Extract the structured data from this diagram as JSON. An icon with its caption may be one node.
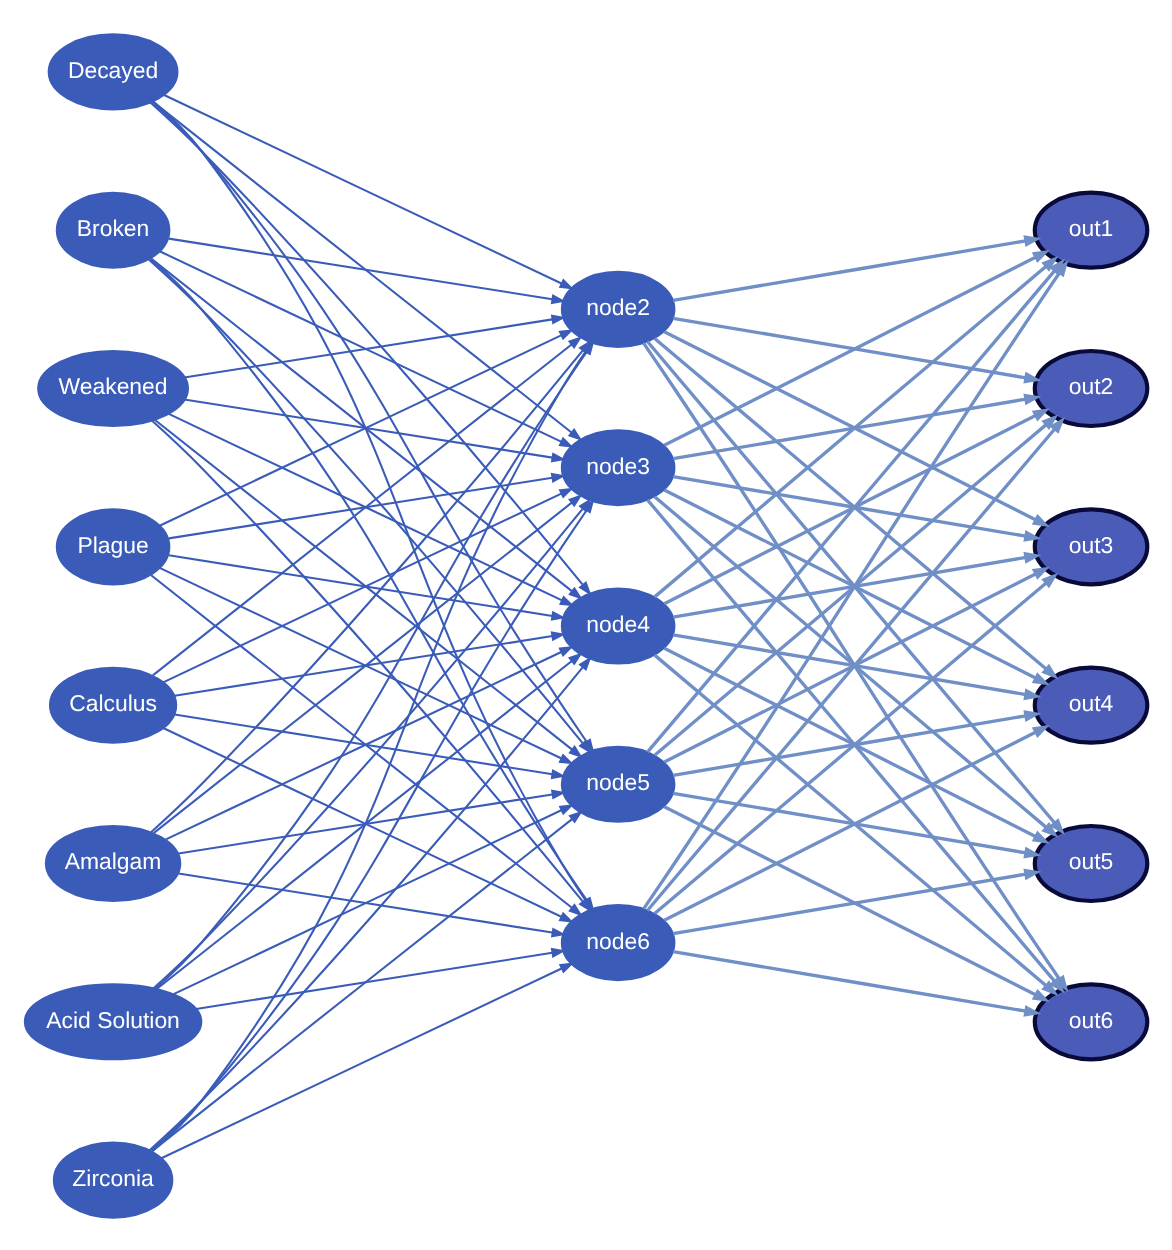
{
  "diagram": {
    "nodes": [
      {
        "text": [
          "Decayed"
        ]
      },
      {
        "text": [
          "Broken"
        ]
      },
      {
        "text": [
          "Weakened"
        ]
      },
      {
        "text": [
          "Plague"
        ]
      },
      {
        "text": [
          "Calculus"
        ]
      },
      {
        "text": [
          "Amalgam"
        ]
      },
      {
        "text": [
          "Acid Solution"
        ]
      },
      {
        "text": [
          "Zirconia"
        ]
      },
      {
        "text": [
          "node2"
        ]
      },
      {
        "text": [
          "node3"
        ]
      },
      {
        "text": [
          "node4"
        ]
      },
      {
        "text": [
          "node5"
        ]
      },
      {
        "text": [
          "node6"
        ]
      },
      {
        "text": [
          "out1"
        ]
      },
      {
        "text": [
          "out2"
        ]
      },
      {
        "text": [
          "out3"
        ]
      },
      {
        "text": [
          "out4"
        ]
      },
      {
        "text": [
          "out5"
        ]
      },
      {
        "text": [
          "out6"
        ]
      }
    ],
    "edges": [
      {
        "from": 0,
        "to": 8,
        "arrow": "to"
      },
      {
        "from": 0,
        "to": 9,
        "arrow": "to"
      },
      {
        "from": 0,
        "to": 10,
        "arrow": "to"
      },
      {
        "from": 0,
        "to": 11,
        "arrow": "to"
      },
      {
        "from": 0,
        "to": 12,
        "arrow": "to"
      },
      {
        "from": 1,
        "to": 8,
        "arrow": "to"
      },
      {
        "from": 1,
        "to": 9,
        "arrow": "to"
      },
      {
        "from": 1,
        "to": 10,
        "arrow": "to"
      },
      {
        "from": 1,
        "to": 11,
        "arrow": "to"
      },
      {
        "from": 1,
        "to": 12,
        "arrow": "to"
      },
      {
        "from": 2,
        "to": 8,
        "arrow": "to"
      },
      {
        "from": 2,
        "to": 9,
        "arrow": "to"
      },
      {
        "from": 2,
        "to": 10,
        "arrow": "to"
      },
      {
        "from": 2,
        "to": 11,
        "arrow": "to"
      },
      {
        "from": 2,
        "to": 12,
        "arrow": "to"
      },
      {
        "from": 3,
        "to": 8,
        "arrow": "to"
      },
      {
        "from": 3,
        "to": 9,
        "arrow": "to"
      },
      {
        "from": 3,
        "to": 10,
        "arrow": "to"
      },
      {
        "from": 3,
        "to": 11,
        "arrow": "to"
      },
      {
        "from": 3,
        "to": 12,
        "arrow": "to"
      },
      {
        "from": 4,
        "to": 8,
        "arrow": "to"
      },
      {
        "from": 4,
        "to": 9,
        "arrow": "to"
      },
      {
        "from": 4,
        "to": 10,
        "arrow": "to"
      },
      {
        "from": 4,
        "to": 11,
        "arrow": "to"
      },
      {
        "from": 4,
        "to": 12,
        "arrow": "to"
      },
      {
        "from": 5,
        "to": 8,
        "arrow": "to"
      },
      {
        "from": 5,
        "to": 9,
        "arrow": "to"
      },
      {
        "from": 5,
        "to": 10,
        "arrow": "to"
      },
      {
        "from": 5,
        "to": 11,
        "arrow": "to"
      },
      {
        "from": 5,
        "to": 12,
        "arrow": "to"
      },
      {
        "from": 6,
        "to": 8,
        "arrow": "to"
      },
      {
        "from": 6,
        "to": 9,
        "arrow": "to"
      },
      {
        "from": 6,
        "to": 10,
        "arrow": "to"
      },
      {
        "from": 6,
        "to": 11,
        "arrow": "to"
      },
      {
        "from": 6,
        "to": 12,
        "arrow": "to"
      },
      {
        "from": 7,
        "to": 8,
        "arrow": "to"
      },
      {
        "from": 7,
        "to": 9,
        "arrow": "to"
      },
      {
        "from": 7,
        "to": 10,
        "arrow": "to"
      },
      {
        "from": 7,
        "to": 11,
        "arrow": "to"
      },
      {
        "from": 7,
        "to": 12,
        "arrow": "to"
      },
      {
        "from": 8,
        "to": 13,
        "arrow": "to",
        "color": "#6f8fc6"
      },
      {
        "from": 8,
        "to": 14,
        "arrow": "to",
        "color": "#6f8fc6"
      },
      {
        "from": 8,
        "to": 15,
        "arrow": "to",
        "color": "#6f8fc6"
      },
      {
        "from": 8,
        "to": 16,
        "arrow": "to",
        "color": "#6f8fc6"
      },
      {
        "from": 8,
        "to": 17,
        "arrow": "to",
        "color": "#6f8fc6"
      },
      {
        "from": 8,
        "to": 18,
        "arrow": "to",
        "color": "#6f8fc6"
      },
      {
        "from": 9,
        "to": 13,
        "arrow": "to",
        "color": "#6f8fc6"
      },
      {
        "from": 9,
        "to": 14,
        "arrow": "to",
        "color": "#6f8fc6"
      },
      {
        "from": 9,
        "to": 15,
        "arrow": "to",
        "color": "#6f8fc6"
      },
      {
        "from": 9,
        "to": 16,
        "arrow": "to",
        "color": "#6f8fc6"
      },
      {
        "from": 9,
        "to": 17,
        "arrow": "to",
        "color": "#6f8fc6"
      },
      {
        "from": 9,
        "to": 18,
        "arrow": "to",
        "color": "#6f8fc6"
      },
      {
        "from": 10,
        "to": 13,
        "arrow": "to",
        "color": "#6f8fc6"
      },
      {
        "from": 10,
        "to": 14,
        "arrow": "to",
        "color": "#6f8fc6"
      },
      {
        "from": 10,
        "to": 15,
        "arrow": "to",
        "color": "#6f8fc6"
      },
      {
        "from": 10,
        "to": 16,
        "arrow": "to",
        "color": "#6f8fc6"
      },
      {
        "from": 10,
        "to": 17,
        "arrow": "to",
        "color": "#6f8fc6"
      },
      {
        "from": 10,
        "to": 18,
        "arrow": "to",
        "color": "#6f8fc6"
      },
      {
        "from": 11,
        "to": 13,
        "arrow": "to",
        "color": "#6f8fc6"
      },
      {
        "from": 11,
        "to": 14,
        "arrow": "to",
        "color": "#6f8fc6"
      },
      {
        "from": 11,
        "to": 15,
        "arrow": "to",
        "color": "#6f8fc6"
      },
      {
        "from": 11,
        "to": 16,
        "arrow": "to",
        "color": "#6f8fc6"
      },
      {
        "from": 11,
        "to": 17,
        "arrow": "to",
        "color": "#6f8fc6"
      },
      {
        "from": 11,
        "to": 18,
        "arrow": "to",
        "color": "#6f8fc6"
      },
      {
        "from": 12,
        "to": 13,
        "arrow": "to",
        "color": "#6f8fc6"
      },
      {
        "from": 12,
        "to": 14,
        "arrow": "to",
        "color": "#6f8fc6"
      },
      {
        "from": 12,
        "to": 15,
        "arrow": "to",
        "color": "#6f8fc6"
      },
      {
        "from": 12,
        "to": 16,
        "arrow": "to",
        "color": "#6f8fc6"
      },
      {
        "from": 12,
        "to": 17,
        "arrow": "to",
        "color": "#6f8fc6"
      },
      {
        "from": 12,
        "to": 18,
        "arrow": "to",
        "color": "#6f8fc6"
      }
    ]
  }
}
